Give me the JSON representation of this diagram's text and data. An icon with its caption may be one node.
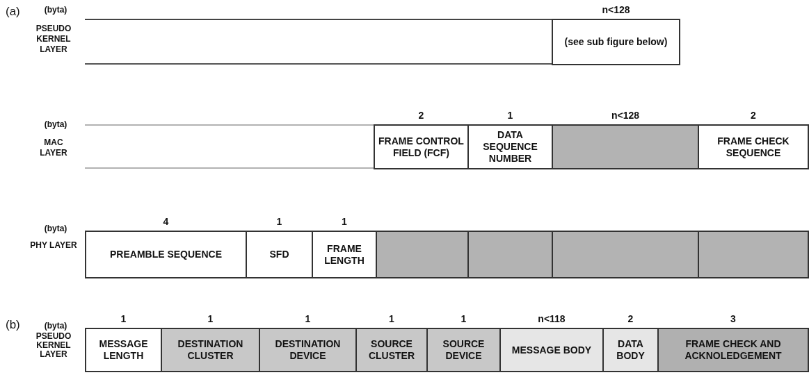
{
  "diagram": {
    "nodes": [
      {
        "text": [
          "(see sub figure below)"
        ],
        "beside": [
          "n<128"
        ]
      },
      {
        "text": [
          "FRAME CONTROL FIELD (FCF)"
        ],
        "beside": [
          "2"
        ]
      },
      {
        "text": [
          "DATA SEQUENCE NUMBER"
        ],
        "beside": [
          "1"
        ]
      },
      {
        "text": [],
        "shape": "box",
        "beside": [
          "n<128"
        ]
      },
      {
        "text": [
          "FRAME CHECK SEQUENCE"
        ],
        "beside": [
          "2"
        ]
      },
      {
        "text": [
          "PREAMBLE SEQUENCE"
        ],
        "beside": [
          "4"
        ]
      },
      {
        "text": [
          "SFD"
        ],
        "beside": [
          "1"
        ]
      },
      {
        "text": [
          "FRAME LENGTH"
        ],
        "beside": [
          "1"
        ]
      },
      {
        "text": [],
        "shape": "box"
      },
      {
        "text": [],
        "shape": "box"
      },
      {
        "text": [],
        "shape": "box"
      },
      {
        "text": [],
        "shape": "box"
      },
      {
        "text": [
          "MESSAGE LENGTH"
        ],
        "beside": [
          "1"
        ]
      },
      {
        "text": [
          "DESTINATION CLUSTER"
        ],
        "beside": [
          "1"
        ]
      },
      {
        "text": [
          "DESTINATION DEVICE"
        ],
        "beside": [
          "1"
        ]
      },
      {
        "text": [
          "SOURCE CLUSTER"
        ],
        "beside": [
          "1"
        ]
      },
      {
        "text": [
          "SOURCE DEVICE"
        ],
        "beside": [
          "1"
        ]
      },
      {
        "text": [
          "MESSAGE BODY"
        ],
        "beside": [
          "n<118"
        ]
      },
      {
        "text": [
          "DATA BODY"
        ],
        "beside": [
          "2"
        ]
      },
      {
        "text": [
          "FRAME CHECK AND ACKNOLEDGEMENT"
        ],
        "beside": [
          "3"
        ]
      }
    ],
    "labels": [
      "(a)",
      "(byta)",
      "PSEUDO KERNEL LAYER",
      "(byta)",
      "MAC LAYER",
      "(byta)",
      "PHY LAYER",
      "(b)",
      "(byta)",
      "PSEUDO KERNEL LAYER"
    ]
  }
}
